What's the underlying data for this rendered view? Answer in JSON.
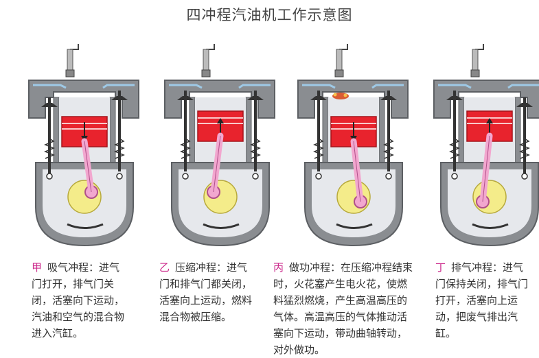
{
  "title": "四冲程汽油机工作示意图",
  "colors": {
    "metal": "#8a8d91",
    "metal_dark": "#5c5f63",
    "inner": "#e6e8ec",
    "piston": "#e8232d",
    "rod": "#f2a7cf",
    "rod_edge": "#b0508a",
    "crank": "#f4ec8a",
    "spark": "#d64a1e",
    "accent_text": "#cc2a8c",
    "coolant": "#9ec9e6"
  },
  "strokes": [
    {
      "mark": "甲",
      "name": "吸气冲程",
      "text": "：进气门打开，排气门关闭，活塞向下运动，汽油和空气的混合物进入汽缸。",
      "piston_dir": "down",
      "intake_open": true,
      "exhaust_open": false,
      "spark": false
    },
    {
      "mark": "乙",
      "name": "压缩冲程",
      "text": "：进气门和排气门都关闭，活塞向上运动，燃料混合物被压缩。",
      "piston_dir": "up",
      "intake_open": false,
      "exhaust_open": false,
      "spark": false
    },
    {
      "mark": "丙",
      "name": "做功冲程",
      "text": "：在压缩冲程结束时，火花塞产生电火花，使燃料猛烈燃烧，产生高温高压的气体。高温高压的气体推动活塞向下运动，带动曲轴转动，对外做功。",
      "piston_dir": "down",
      "intake_open": false,
      "exhaust_open": false,
      "spark": true
    },
    {
      "mark": "丁",
      "name": "排气冲程",
      "text": "：进气门保持关闭，排气门打开，活塞向上运动，把废气排出汽缸。",
      "piston_dir": "up",
      "intake_open": false,
      "exhaust_open": true,
      "spark": false
    }
  ]
}
